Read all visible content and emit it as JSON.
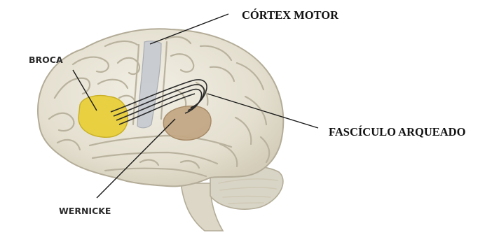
{
  "labels": {
    "motor_cortex": "CÓRTEX MOTOR",
    "broca": "BROCA",
    "arcuate_fasciculus": "FASCÍCULO ARQUEADO",
    "wernicke": "WERNICKE"
  },
  "colors": {
    "brain": "#e7e3d6",
    "brain_outline": "#b3ac98",
    "broca_area": "#e8cf3a",
    "wernicke_area": "#c4a885",
    "motor_cortex": "#c8ccd2",
    "cerebellum": "#d9d5c6",
    "fasciculus": "#2a2a2a"
  }
}
